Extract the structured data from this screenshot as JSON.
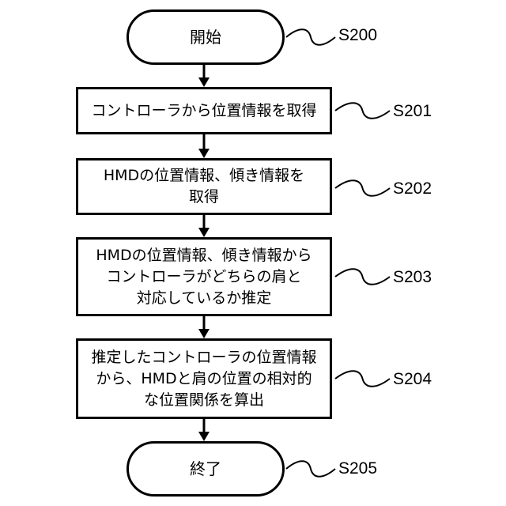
{
  "flowchart": {
    "nodes": [
      {
        "id": "start",
        "text": "開始",
        "shape": "terminal",
        "step": "S200"
      },
      {
        "id": "s201",
        "text": "コントローラから位置情報を取得",
        "shape": "process",
        "step": "S201"
      },
      {
        "id": "s202",
        "text": "HMDの位置情報、傾き情報を\n取得",
        "shape": "process",
        "step": "S202"
      },
      {
        "id": "s203",
        "text": "HMDの位置情報、傾き情報から\nコントローラがどちらの肩と\n対応しているか推定",
        "shape": "process",
        "step": "S203"
      },
      {
        "id": "s204",
        "text": "推定したコントローラの位置情報\nから、HMDと肩の位置の相対的\nな位置関係を算出",
        "shape": "process",
        "step": "S204"
      },
      {
        "id": "end",
        "text": "終了",
        "shape": "terminal",
        "step": "S205"
      }
    ],
    "edges": [
      {
        "from": "start",
        "to": "s201"
      },
      {
        "from": "s201",
        "to": "s202"
      },
      {
        "from": "s202",
        "to": "s203"
      },
      {
        "from": "s203",
        "to": "s204"
      },
      {
        "from": "s204",
        "to": "end"
      }
    ]
  }
}
